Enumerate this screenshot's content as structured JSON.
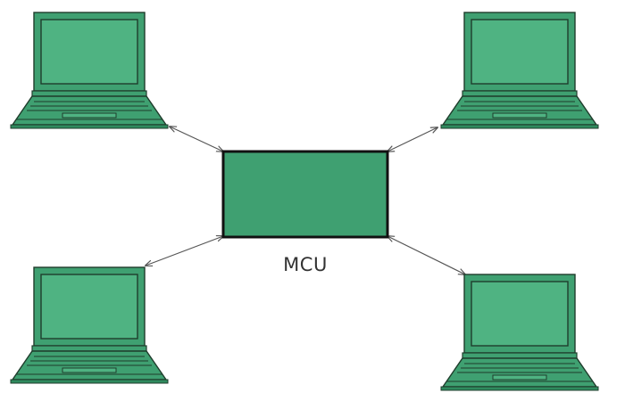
{
  "diagram": {
    "center_label": "MCU",
    "nodes": [
      "laptop",
      "laptop",
      "laptop",
      "laptop"
    ],
    "colors": {
      "laptop_fill": "#3fa071",
      "screen_fill": "#4fb382",
      "mcu_fill": "#3fa071",
      "outline": "#1f3d2c",
      "arrow": "#555555"
    }
  }
}
